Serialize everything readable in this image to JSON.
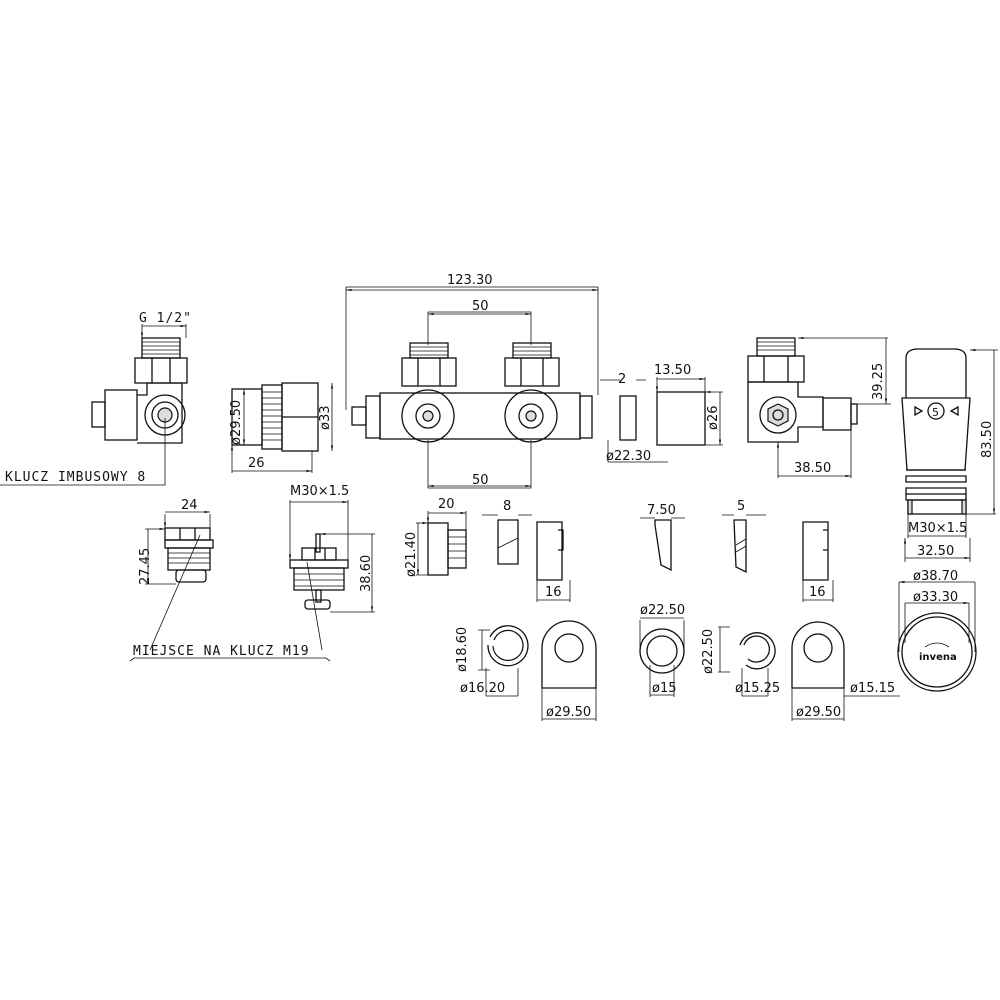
{
  "labels": {
    "g_half": "G 1/2\"",
    "allen_key": "KLUCZ IMBUSOWY 8",
    "d29_50_a": "ø29.50",
    "d33": "ø33",
    "l26": "26",
    "l123_30": "123.30",
    "l50_top": "50",
    "l50_bottom": "50",
    "l2": "2",
    "l13_50": "13.50",
    "d26": "ø26",
    "d22_30": "ø22.30",
    "l39_25": "39.25",
    "l83_50": "83.50",
    "l38_50": "38.50",
    "m30_a": "M30×1.5",
    "l32_50": "32.50",
    "l24": "24",
    "l27_45": "27.45",
    "m30_b": "M30×1.5",
    "l38_60": "38.60",
    "wrench_m19": "MIEJSCE NA KLUCZ M19",
    "l20": "20",
    "l8": "8",
    "d21_40": "ø21.40",
    "l7_50": "7.50",
    "l5": "5",
    "l16_a": "16",
    "l16_b": "16",
    "d18_60": "ø18.60",
    "d16_20": "ø16.20",
    "d29_50_b": "ø29.50",
    "d22_50_a": "ø22.50",
    "d15": "ø15",
    "d22_50_b": "ø22.50",
    "d15_25": "ø15.25",
    "d29_50_c": "ø29.50",
    "d15_15": "ø15.15",
    "d38_70": "ø38.70",
    "d33_30": "ø33.30",
    "dial_value": "5"
  },
  "logo": "invena"
}
